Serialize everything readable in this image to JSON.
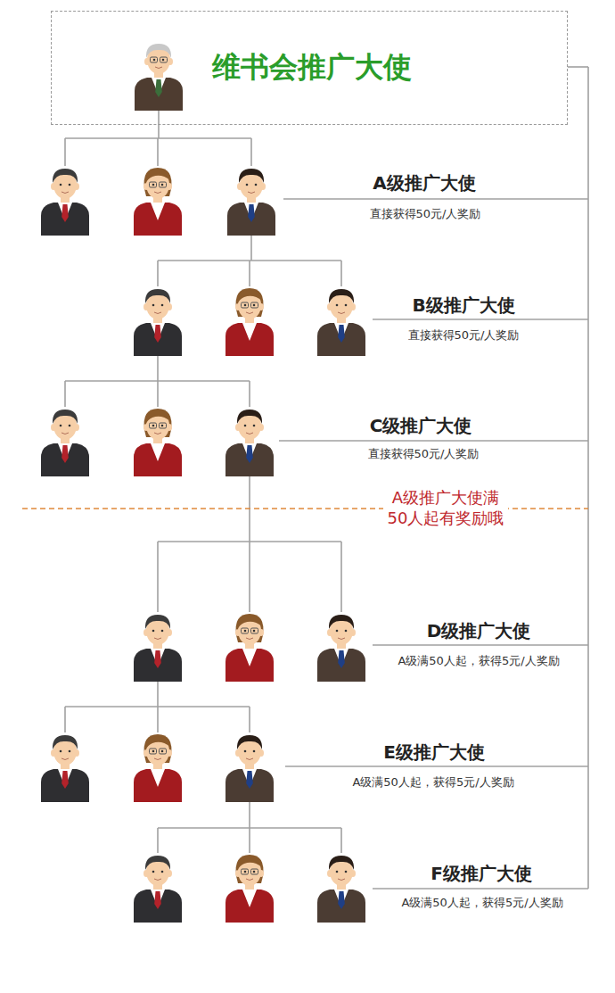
{
  "diagram": {
    "nodes": [
      {
        "text": [
          "维书会推广大使"
        ]
      }
    ],
    "labels": [
      "A级推广大使",
      "直接获得50元/人奖励",
      "B级推广大使",
      "直接获得50元/人奖励",
      "C级推广大使",
      "直接获得50元/人奖励",
      "A级推广大使满 50人起有奖励哦",
      "D级推广大使",
      "A级满50人起，获得5元/人奖励",
      "E级推广大使",
      "A级满50人起，获得5元/人奖励",
      "F级推广大使",
      "A级满50人起，获得5元/人奖励"
    ]
  }
}
